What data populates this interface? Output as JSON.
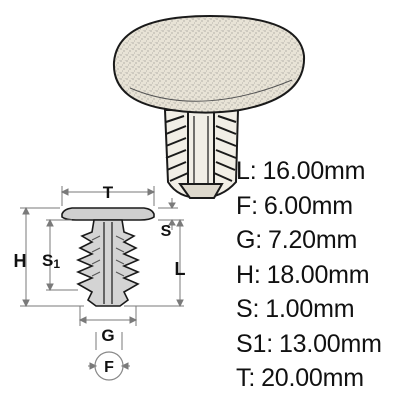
{
  "specs": [
    {
      "key": "L",
      "value": "16.00mm"
    },
    {
      "key": "F",
      "value": "6.00mm"
    },
    {
      "key": "G",
      "value": "7.20mm"
    },
    {
      "key": "H",
      "value": "18.00mm"
    },
    {
      "key": "S",
      "value": "1.00mm"
    },
    {
      "key": "S1",
      "value": "13.00mm"
    },
    {
      "key": "T",
      "value": "20.00mm"
    }
  ],
  "diagram_labels": {
    "T": "T",
    "H": "H",
    "S1_base": "S",
    "S1_sub": "1",
    "S": "S",
    "L": "L",
    "G": "G",
    "F": "F"
  },
  "colors": {
    "line": "#1a1a1a",
    "head_fill": "#e6e0d2",
    "dim_line": "#7a7a7a",
    "schematic_fill": "#cfcfcf"
  }
}
